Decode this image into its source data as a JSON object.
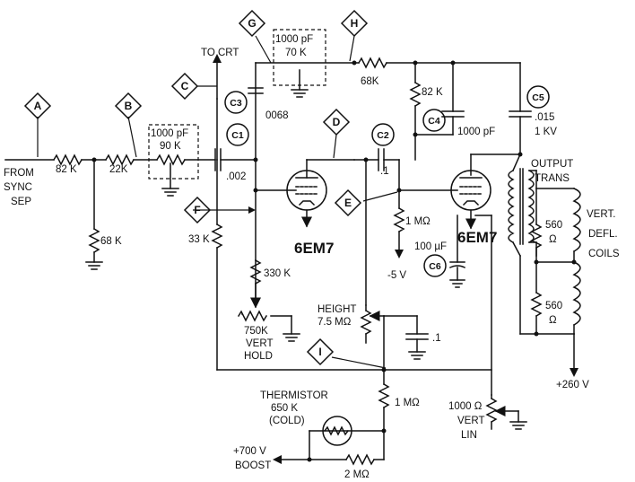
{
  "test_points": [
    "A",
    "B",
    "C",
    "D",
    "E",
    "F",
    "G",
    "H",
    "I"
  ],
  "capacitor_tags": [
    "C1",
    "C2",
    "C3",
    "C4",
    "C5",
    "C6"
  ],
  "tubes": {
    "left": "6EM7",
    "right": "6EM7"
  },
  "labels": {
    "from_sync_sep": [
      "FROM",
      "SYNC",
      "SEP"
    ],
    "to_crt": "TO CRT",
    "r_82k_input": "82 K",
    "r_22k": "22K",
    "r_68k_shunt": "68 K",
    "box1_cap": "1000 pF",
    "box1_res": "90 K",
    "box2_cap": "1000 pF",
    "box2_res": "70 K",
    "c3_value": "0068",
    "c1_value": ".002",
    "c2_value": ".1",
    "r_68k_top": "68K",
    "r_82k_top": "82 K",
    "c4_value": "1000 pF",
    "c5_value": [
      ".015",
      "1 KV"
    ],
    "output_trans": [
      "OUTPUT",
      "TRANS"
    ],
    "r_33k": "33 K",
    "r_330k": "330 K",
    "vert_hold": [
      "750K",
      "VERT",
      "HOLD"
    ],
    "height": [
      "HEIGHT",
      "7.5 MΩ"
    ],
    "c_point1": ".1",
    "r_1meg_grid": "1 MΩ",
    "neg5v": "-5 V",
    "c6_value": "100 µF",
    "r_560_a": [
      "560",
      "Ω"
    ],
    "r_560_b": [
      "560",
      "Ω"
    ],
    "vert_defl_coils": [
      "VERT.",
      "DEFL.",
      "COILS"
    ],
    "b_plus": "+260 V",
    "thermistor": [
      "THERMISTOR",
      "650 K",
      "(COLD)"
    ],
    "r_1meg_boost": "1 MΩ",
    "boost": [
      "+700 V",
      "BOOST"
    ],
    "r_2meg": "2 MΩ",
    "vert_lin": [
      "1000 Ω",
      "VERT",
      "LIN"
    ]
  }
}
